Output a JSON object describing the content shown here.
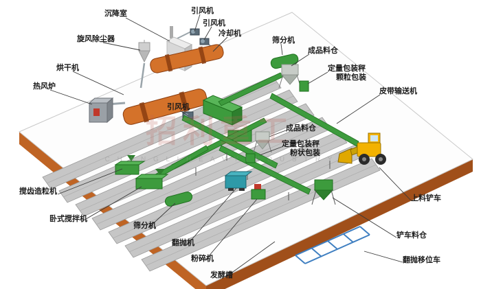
{
  "watermark": {
    "main": "招利重工",
    "sub": "C H A N G L I   H E A V Y   I N D U S T R Y"
  },
  "labels": [
    {
      "id": "settling-chamber",
      "text": "沉降室"
    },
    {
      "id": "induced-draft-fan-1",
      "text": "引风机"
    },
    {
      "id": "induced-draft-fan-2",
      "text": "引风机"
    },
    {
      "id": "cooling-machine",
      "text": "冷却机"
    },
    {
      "id": "screening-machine-top",
      "text": "筛分机"
    },
    {
      "id": "cyclone-dust-collector",
      "text": "旋风除尘器"
    },
    {
      "id": "finished-product-silo-1",
      "text": "成品料仓"
    },
    {
      "id": "dryer",
      "text": "烘干机"
    },
    {
      "id": "packing-scale-granule-1",
      "text": "定量包装秤"
    },
    {
      "id": "packing-scale-granule-2",
      "text": "颗粒包装"
    },
    {
      "id": "hot-air-furnace",
      "text": "热风炉"
    },
    {
      "id": "belt-conveyor",
      "text": "皮带输送机"
    },
    {
      "id": "induced-draft-fan-3",
      "text": "引风机"
    },
    {
      "id": "finished-product-silo-2",
      "text": "成品料仓"
    },
    {
      "id": "packing-scale-powder-1",
      "text": "定量包装秤"
    },
    {
      "id": "packing-scale-powder-2",
      "text": "粉状包装"
    },
    {
      "id": "paddle-granulator",
      "text": "搅齿造粒机"
    },
    {
      "id": "loading-forklift",
      "text": "上料铲车"
    },
    {
      "id": "horizontal-mixer",
      "text": "卧式搅拌机"
    },
    {
      "id": "screening-machine-bottom",
      "text": "筛分机"
    },
    {
      "id": "forklift-silo",
      "text": "铲车料仓"
    },
    {
      "id": "compost-turner",
      "text": "翻抛机"
    },
    {
      "id": "crusher",
      "text": "粉碎机"
    },
    {
      "id": "turner-shift-car",
      "text": "翻抛移位车"
    },
    {
      "id": "fermentation-tank",
      "text": "发酵槽"
    }
  ]
}
